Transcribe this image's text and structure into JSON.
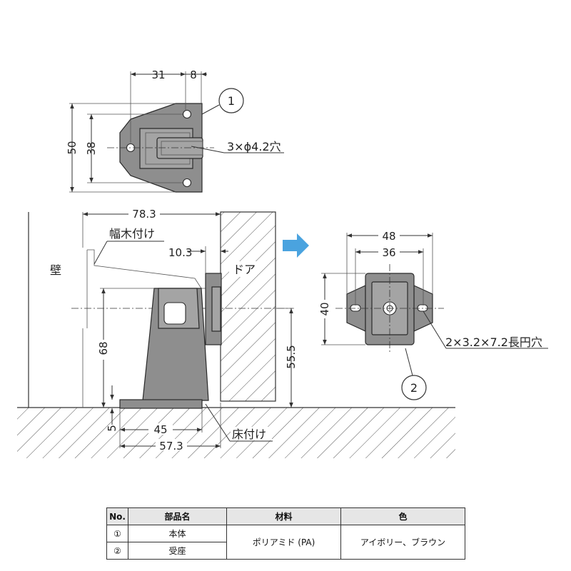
{
  "dimensions": {
    "d31": "31",
    "d8": "8",
    "d50": "50",
    "d38": "38",
    "d78_3": "78.3",
    "d10_3": "10.3",
    "d68": "68",
    "d55_5": "55.5",
    "d5": "5",
    "d45": "45",
    "d57_3": "57.3",
    "d48": "48",
    "d36": "36",
    "d40": "40"
  },
  "labels": {
    "holes_body": "3×ϕ4.2穴",
    "baseboard": "幅木付け",
    "wall": "壁",
    "door": "ドア",
    "floor": "床付け",
    "slots_seat": "2×3.2×7.2長円穴",
    "callout_1": "1",
    "callout_2": "2"
  },
  "colors": {
    "part_fill": "#8e8e8e",
    "arrow": "#4aa3df",
    "header_bg": "#e6e6e6"
  },
  "table": {
    "headers": [
      "No.",
      "部品名",
      "材料",
      "色"
    ],
    "rows": [
      {
        "no": "①",
        "name": "本体"
      },
      {
        "no": "②",
        "name": "受座"
      }
    ],
    "material": "ポリアミド (PA)",
    "color": "アイボリー、ブラウン"
  }
}
